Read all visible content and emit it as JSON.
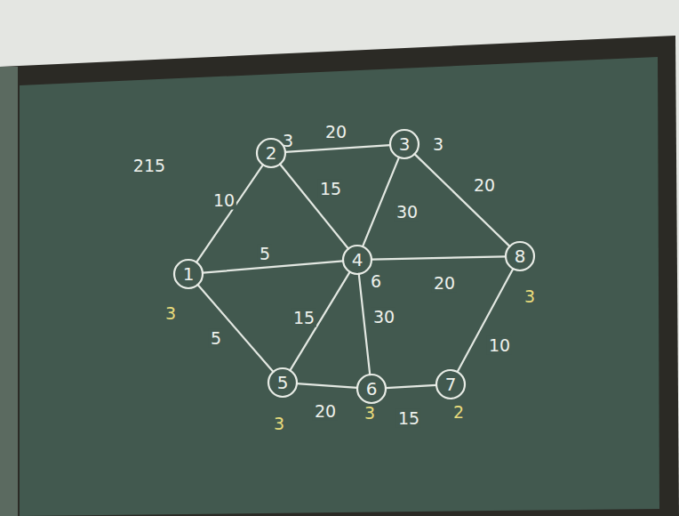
{
  "diagram": {
    "nodes": [
      {
        "text": [
          "1"
        ]
      },
      {
        "text": [
          "2"
        ]
      },
      {
        "text": [
          "3"
        ]
      },
      {
        "text": [
          "4"
        ]
      },
      {
        "text": [
          "8"
        ]
      },
      {
        "text": [
          "5"
        ]
      },
      {
        "text": [
          "6"
        ]
      },
      {
        "text": [
          "7"
        ]
      }
    ],
    "edges": [
      {
        "from": 0,
        "to": 1,
        "arrow": "none",
        "label": "10"
      },
      {
        "from": 1,
        "to": 2,
        "arrow": "none",
        "label": "20"
      },
      {
        "from": 1,
        "to": 3,
        "arrow": "none",
        "label": "15"
      },
      {
        "from": 2,
        "to": 3,
        "arrow": "none",
        "label": "30"
      },
      {
        "from": 2,
        "to": 4,
        "arrow": "none",
        "label": "20"
      },
      {
        "from": 0,
        "to": 3,
        "arrow": "none",
        "label": "5"
      },
      {
        "from": 3,
        "to": 4,
        "arrow": "none",
        "label": "20"
      },
      {
        "from": 0,
        "to": 5,
        "arrow": "none",
        "label": "5"
      },
      {
        "from": 5,
        "to": 3,
        "arrow": "none",
        "label": "15"
      },
      {
        "from": 3,
        "to": 6,
        "arrow": "none",
        "label": "30"
      },
      {
        "from": 5,
        "to": 6,
        "arrow": "none",
        "label": "20"
      },
      {
        "from": 6,
        "to": 7,
        "arrow": "none",
        "label": "15"
      },
      {
        "from": 7,
        "to": 4,
        "arrow": "none",
        "label": "10"
      }
    ],
    "labels": [
      "215",
      "3",
      "3",
      "6",
      "3",
      "3",
      "3",
      "3",
      "2"
    ]
  }
}
